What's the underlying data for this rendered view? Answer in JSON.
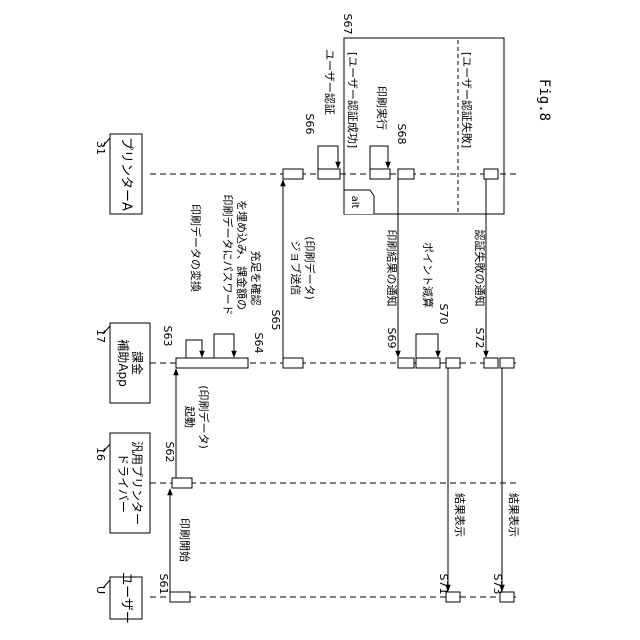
{
  "figure": {
    "label": "Fig.8"
  },
  "participants": {
    "user": {
      "ref": "U",
      "name": "ユーザー"
    },
    "driver": {
      "ref": "16",
      "name_line1": "汎用プリンター",
      "name_line2": "ドライバー"
    },
    "app": {
      "ref": "17",
      "name_line1": "課金",
      "name_line2": "補助App"
    },
    "printer": {
      "ref": "31",
      "name": "プリンターA"
    }
  },
  "steps": {
    "s61": {
      "id": "S61",
      "text": "印刷開始"
    },
    "s62": {
      "id": "S62",
      "text_line1": "起動",
      "text_line2": "(印刷データ)"
    },
    "s63": {
      "id": "S63",
      "text": "印刷データの変換"
    },
    "s64": {
      "id": "S64",
      "text_line1": "印刷データにパスワード",
      "text_line2": "を埋め込み、課金額の",
      "text_line3": "充足を確認"
    },
    "s65": {
      "id": "S65",
      "text_line1": "ジョブ送信",
      "text_line2": "(印刷データ)"
    },
    "s66": {
      "id": "S66",
      "text": "ユーザー認証"
    },
    "s67": {
      "id": "S67"
    },
    "s68": {
      "id": "S68",
      "text": "印刷実行"
    },
    "s69": {
      "id": "S69",
      "text": "印刷結果の通知"
    },
    "s70": {
      "id": "S70",
      "text": "ポイント減算"
    },
    "s71": {
      "id": "S71",
      "text": "結果表示"
    },
    "s72": {
      "id": "S72",
      "text": "認証失敗の通知"
    },
    "s73": {
      "id": "S73",
      "text": "結果表示"
    }
  },
  "alt_fragment": {
    "tag": "alt",
    "guard_success": "[ユーザー認証成功]",
    "guard_failure": "[ユーザー認証失敗]"
  }
}
